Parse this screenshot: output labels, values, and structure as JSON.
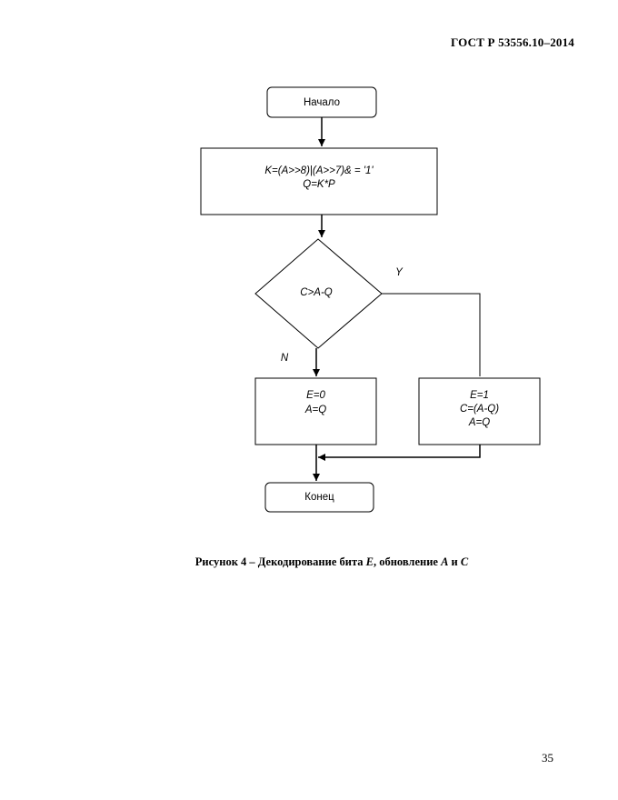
{
  "header": {
    "standard": "ГОСТ Р 53556.10–2014"
  },
  "flowchart": {
    "start": "Начало",
    "process": [
      "K=(A>>8)|(A>>7)& = '1'",
      "Q=K*P"
    ],
    "decision": "C>A-Q",
    "yes_label": "Y",
    "no_label": "N",
    "no_branch": [
      "E=0",
      "A=Q"
    ],
    "yes_branch": [
      "E=1",
      "C=(A-Q)",
      "A=Q"
    ],
    "end": "Конец"
  },
  "caption": {
    "prefix": "Рисунок 4 – Декодирование бита ",
    "var1": "E",
    "middle": ", обновление ",
    "var2": "A",
    "and": " и ",
    "var3": "C"
  },
  "page_number": "35"
}
